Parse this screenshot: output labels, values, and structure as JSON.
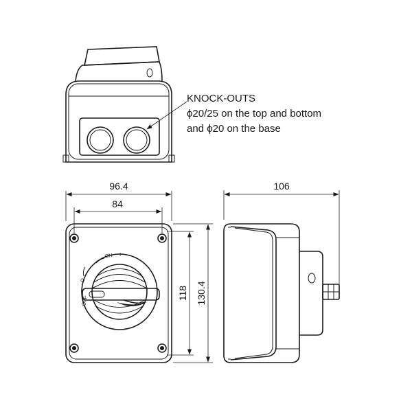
{
  "annotation": {
    "line1": "KNOCK-OUTS",
    "line2": "ϕ20/25 on the top and bottom",
    "line3": "and ϕ20 on the base"
  },
  "dimensions": {
    "overall_width": "96.4",
    "inner_width": "84",
    "inner_height": "118",
    "overall_height": "130.4",
    "depth": "106"
  },
  "switch_labels": {
    "on": "ON",
    "on_symbol": "I",
    "off": "OFF",
    "off_symbol": "O"
  }
}
